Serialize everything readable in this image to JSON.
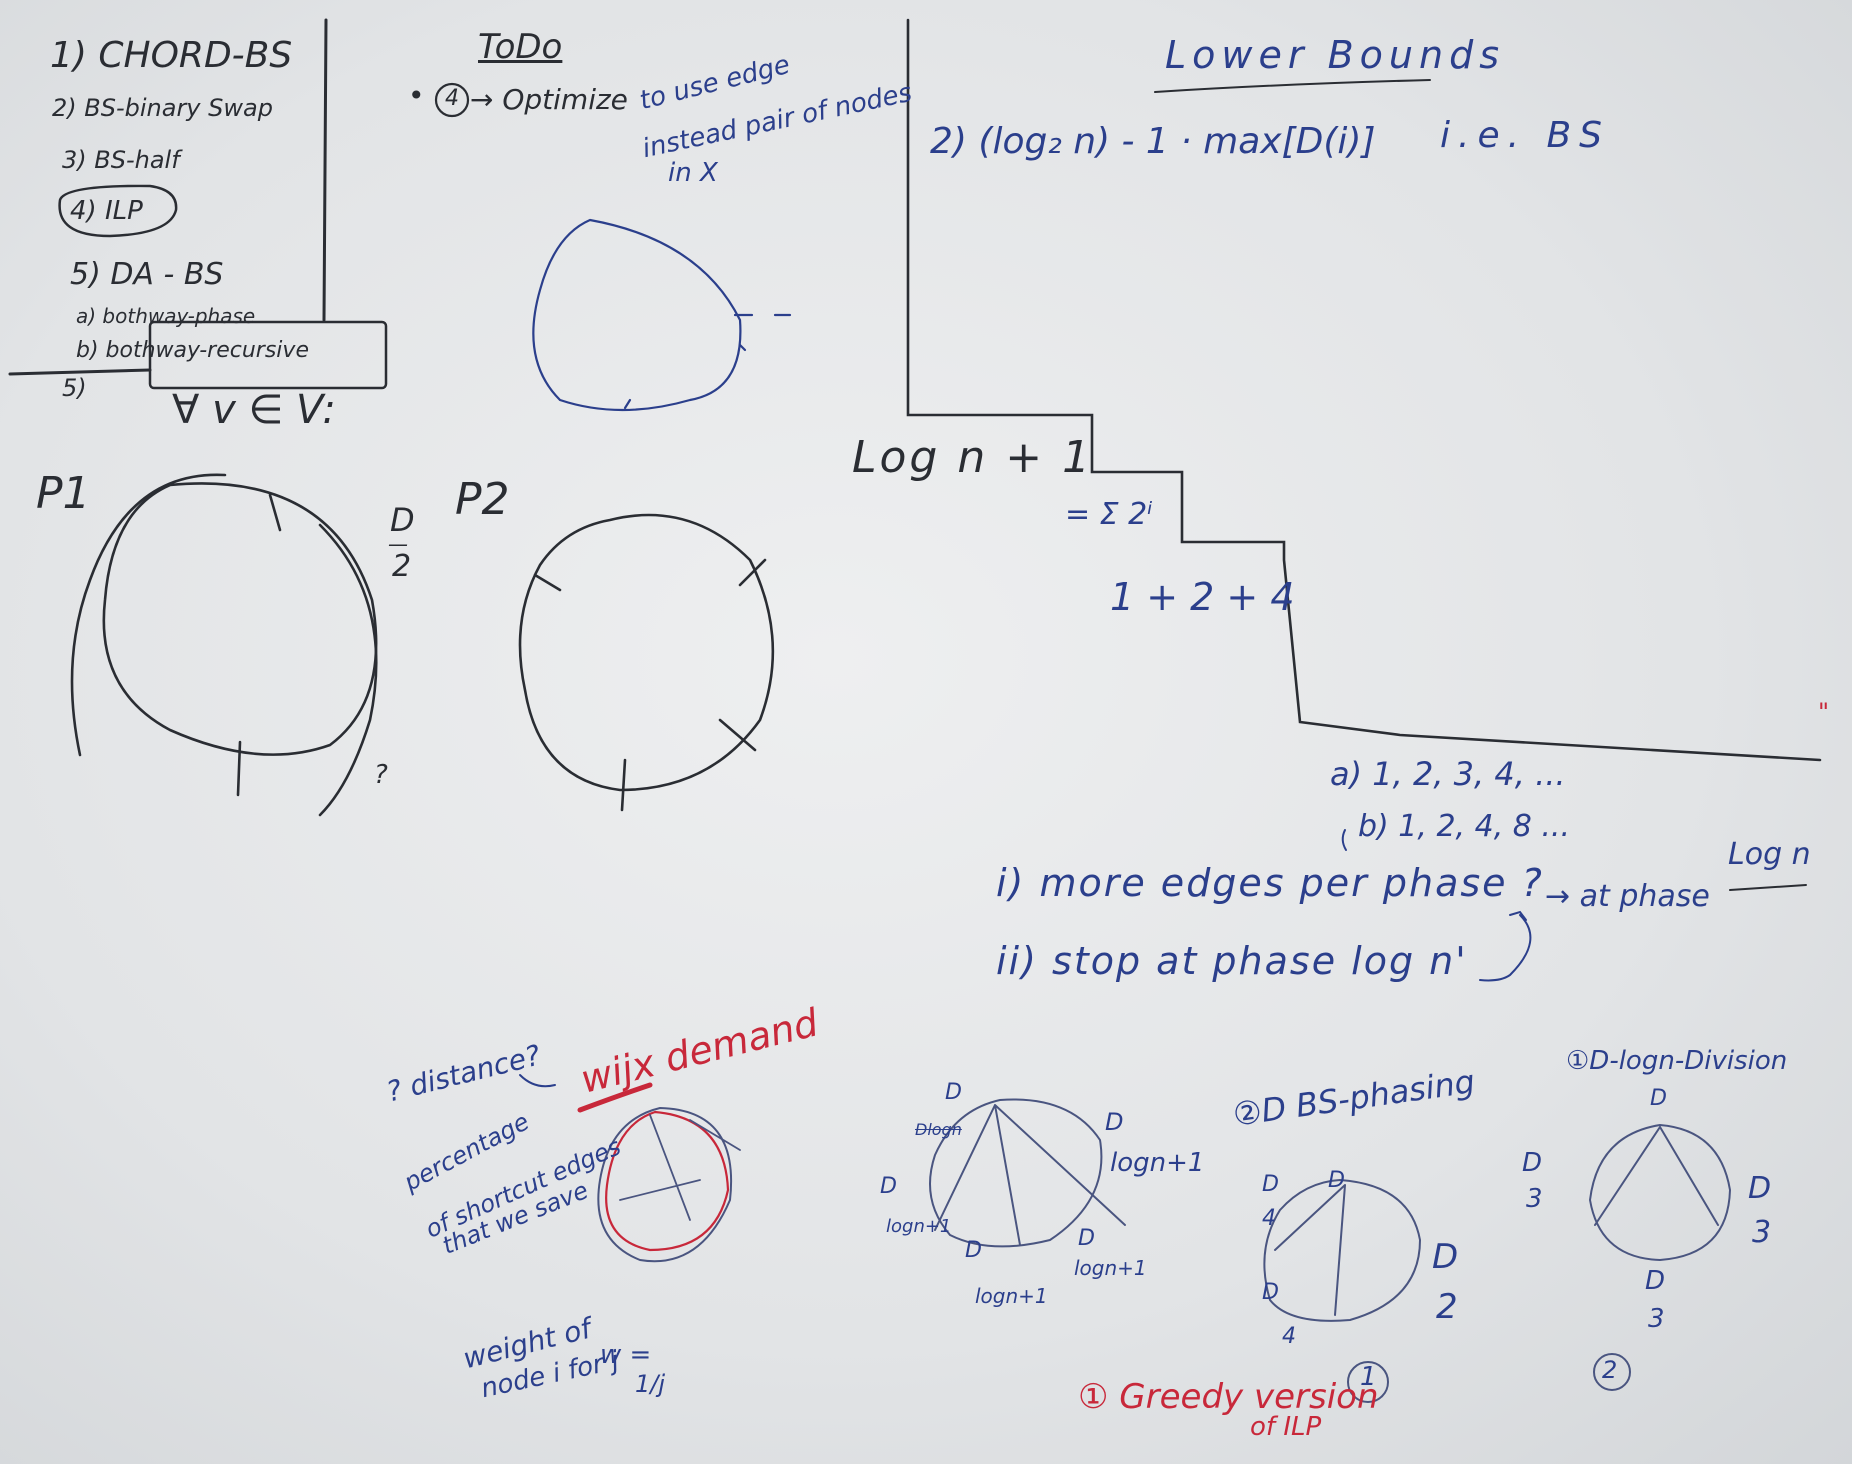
{
  "menu": {
    "item1": "1) CHORD-BS",
    "item2": "2) BS-binary Swap",
    "item3": "3) BS-half",
    "item4": "4) ILP",
    "item5": "5) DA - BS",
    "item5a": "a) bothway-phase",
    "item5b": "b) bothway-recursive",
    "item5_2": "5)"
  },
  "forall": "∀ v ∈ V:",
  "p1": "P1",
  "p2": "P2",
  "d_over_2": {
    "num": "D",
    "den": "2"
  },
  "q1": "?",
  "todo": {
    "title": "ToDo",
    "bullet": "•",
    "ref": "4",
    "text": "→ Optimize",
    "note": [
      "to use edge",
      "instead pair of nodes",
      "in X"
    ]
  },
  "lower_bounds": {
    "title": "Lower Bounds",
    "formula": "2) (log₂ n) - 1 · max[D(i)]",
    "ie": "i.e. BS"
  },
  "stair": {
    "logn1": "Log n + 1",
    "sum": "= Σ 2ⁱ",
    "series": "1 + 2 + 4"
  },
  "sequences": {
    "a": "a) 1, 2, 3, 4, ...",
    "b": "b) 1, 2, 4, 8 ..."
  },
  "questions": {
    "i": "i) more edges per phase ?",
    "ii": "ii) stop at phase log n'",
    "at_phase": "→ at phase",
    "log_n": "Log n",
    "quote": "\""
  },
  "bottom_left": {
    "distance": "? distance?",
    "percentage": [
      "percentage",
      "of shortcut edges",
      "that we save"
    ],
    "wijx": "wijx demand",
    "weight": [
      "weight of",
      "node i for j",
      "w ="
    ],
    "weight_val": "1/j"
  },
  "diagrams": {
    "d1": {
      "top_num": "D",
      "top_den": "Dlogn",
      "right_num": "D",
      "right_den": "logn+1",
      "left_num": "D",
      "left_den": "logn+1",
      "bl_num": "D",
      "bl_den": "logn+1",
      "br_num": "D",
      "br_den": "logn+1"
    },
    "d2": {
      "title": "②D BS-phasing",
      "top": "D",
      "l1_num": "D",
      "l1_den": "4",
      "l2_num": "D",
      "l2_den": "4",
      "r_num": "D",
      "r_den": "2"
    },
    "d3": {
      "title": "①D-logn-Division",
      "top": "D",
      "left_num": "D",
      "left_den": "3",
      "right_num": "D",
      "right_den": "3",
      "bottom_num": "D",
      "bottom_den": "3",
      "circled": "2"
    },
    "circled_one": "1",
    "greedy": [
      "① Greedy version",
      "of ILP"
    ]
  },
  "colors": {
    "black_marker": "#2a2d33",
    "blue_marker": "#2b3f8c",
    "red_marker": "#c8283a",
    "board": "#e6e8ea",
    "frame": "#5a5a58"
  }
}
